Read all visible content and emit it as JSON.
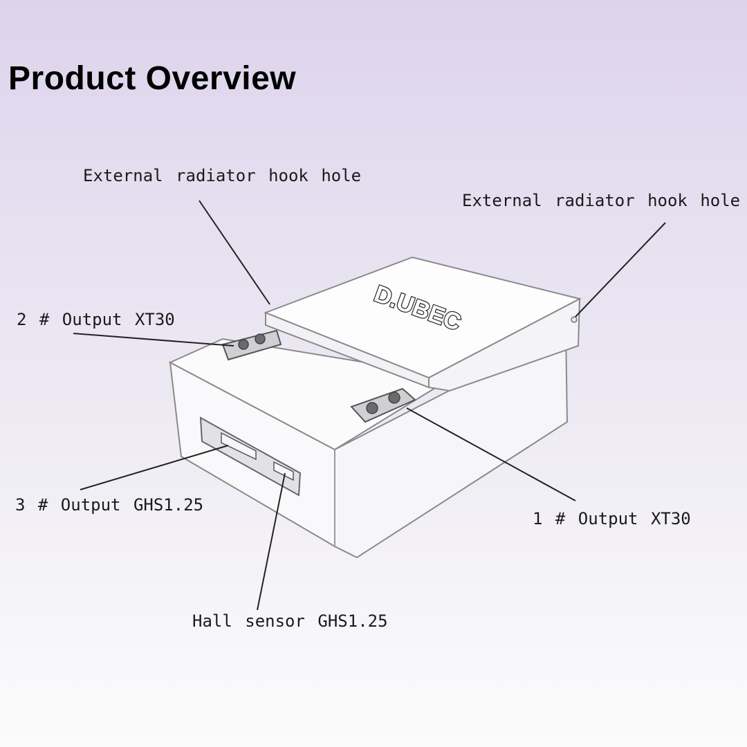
{
  "title": "Product Overview",
  "brand": "D.UBEC",
  "callouts": {
    "hook_hole_left": "External radiator hook hole",
    "hook_hole_right": "External radiator hook hole",
    "output2": "2 # Output XT30",
    "output3": "3 # Output GHS1.25",
    "output1": "1 # Output XT30",
    "hall_sensor": "Hall sensor GHS1.25"
  }
}
